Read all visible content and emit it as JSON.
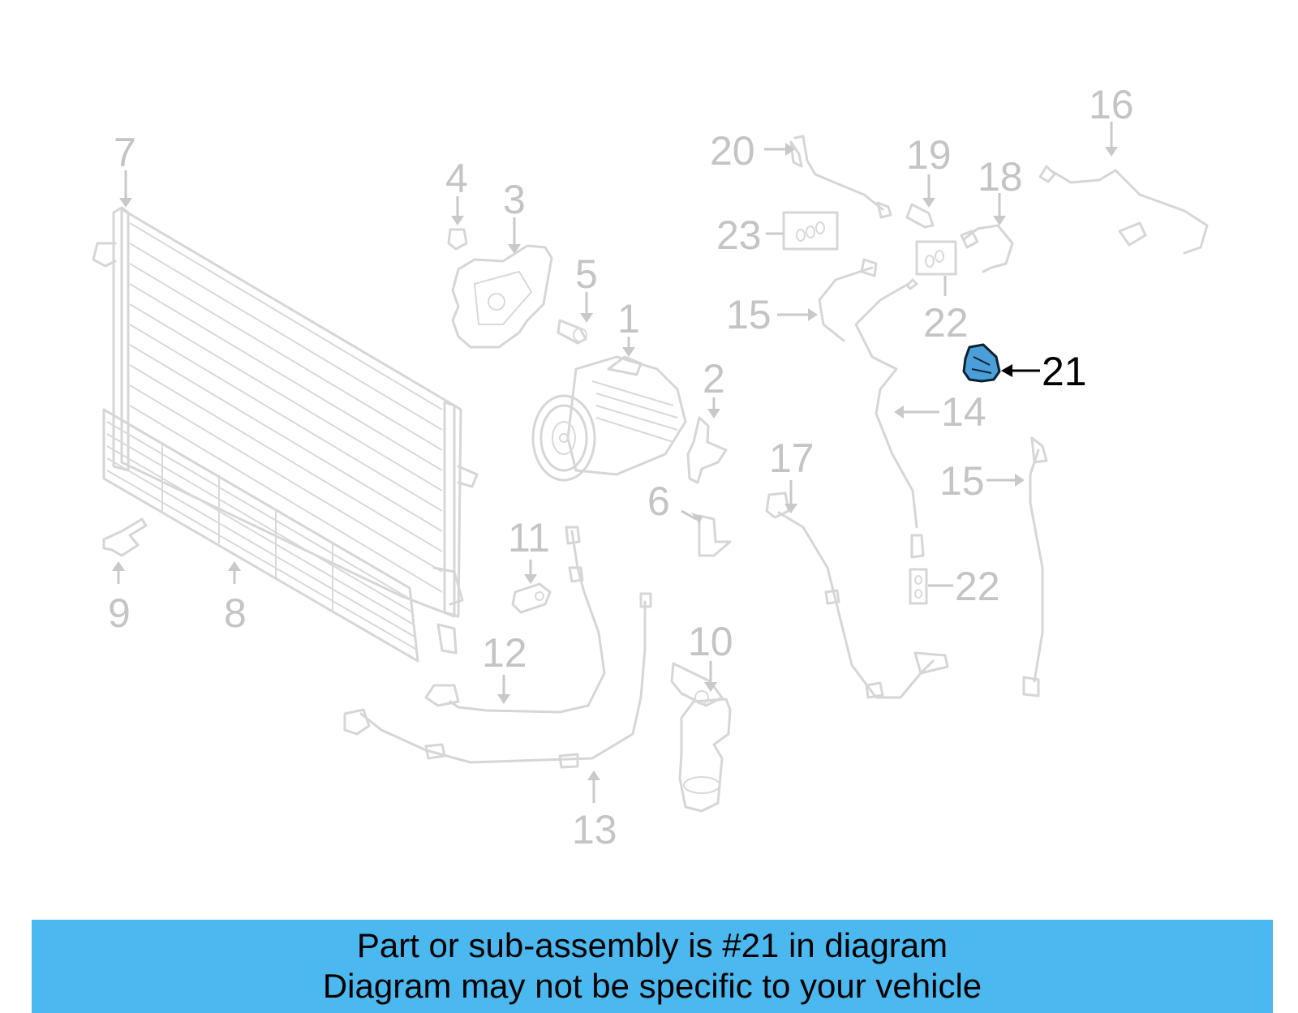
{
  "diagram": {
    "callouts": {
      "c1": "1",
      "c2": "2",
      "c3": "3",
      "c4": "4",
      "c5": "5",
      "c6": "6",
      "c7": "7",
      "c8": "8",
      "c9": "9",
      "c10": "10",
      "c11": "11",
      "c12": "12",
      "c13": "13",
      "c14": "14",
      "c15a": "15",
      "c15b": "15",
      "c16": "16",
      "c17": "17",
      "c18": "18",
      "c19": "19",
      "c20": "20",
      "c21": "21",
      "c22a": "22",
      "c22b": "22",
      "c23": "23"
    },
    "highlighted_callout": "21",
    "highlight_color": "#4a9fd8"
  },
  "banner": {
    "line1": "Part or sub-assembly is #21 in diagram",
    "line2": "Diagram may not be specific to your vehicle",
    "background": "#4bb8f0"
  }
}
